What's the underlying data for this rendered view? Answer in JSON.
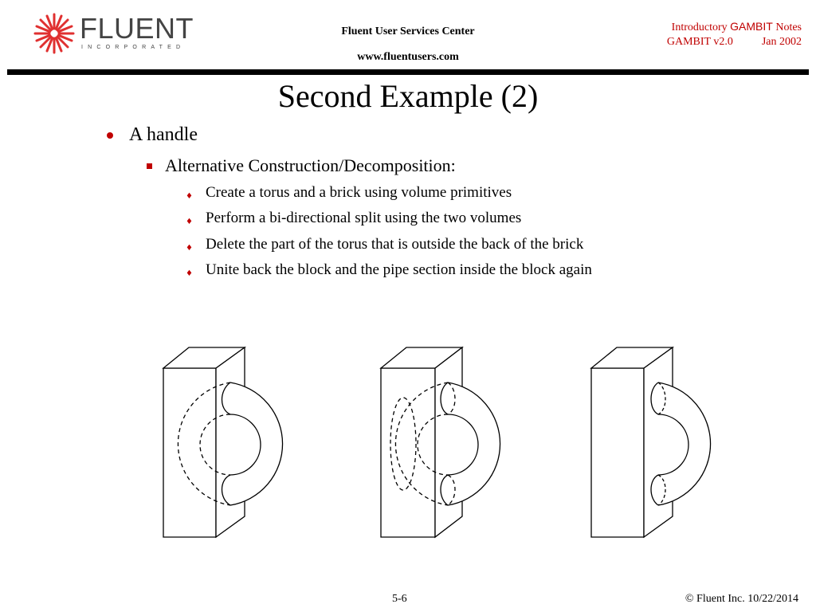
{
  "header": {
    "logo_text": "FLUENT",
    "logo_subtext": "INCORPORATED",
    "center_line1": "Fluent User Services Center",
    "center_line2": "www.fluentusers.com",
    "right_line1_pre": "Introductory ",
    "right_line1_brand": "GAMBIT",
    "right_line1_post": " Notes",
    "right_version": "GAMBIT v2.0",
    "right_date": "Jan 2002"
  },
  "slide": {
    "title": "Second Example (2)",
    "bullets": {
      "level1": "A handle",
      "level2": "Alternative Construction/Decomposition:",
      "level3": [
        "Create a torus and a brick using volume primitives",
        "Perform a bi-directional split using the two volumes",
        "Delete the part of the torus that is outside the back of the brick",
        "Unite back the block and the pipe section inside the block again"
      ]
    }
  },
  "footer": {
    "page": "5-6",
    "copyright": "© Fluent Inc. 10/22/2014"
  },
  "colors": {
    "accent": "#c00000",
    "rule": "#000000",
    "logo": "#e03030"
  },
  "icons": [
    "fluent-logo-icon",
    "round-bullet-icon",
    "square-bullet-icon",
    "diamond-bullet-icon"
  ]
}
